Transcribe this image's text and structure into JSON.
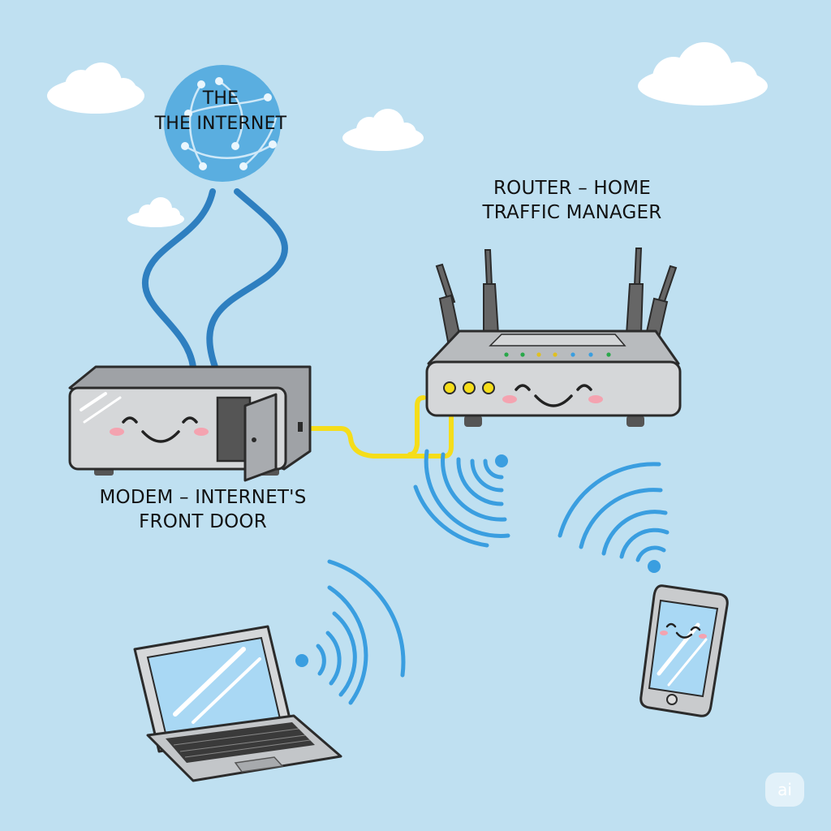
{
  "labels": {
    "internet_line1": "THE",
    "internet_line2": "THE INTERNET",
    "router_line1": "ROUTER – HOME",
    "router_line2": "TRAFFIC MANAGER",
    "modem_line1": "MODEM – INTERNET'S",
    "modem_line2": "FRONT DOOR"
  },
  "watermark": "ai",
  "colors": {
    "background": "#bfe0f1",
    "cloud": "#ffffff",
    "globe": "#5aaee0",
    "cable_blue": "#2e7fc0",
    "cable_yellow": "#f5dd1a",
    "device_body": "#c9cbcd",
    "outline": "#2b2b2b",
    "wifi": "#3a9ee0",
    "blush": "#f4a3b0",
    "screen": "#a9d8f4"
  },
  "icons": {
    "globe": "globe-icon",
    "modem": "modem-icon",
    "router": "router-icon",
    "laptop": "laptop-icon",
    "phone": "smartphone-icon",
    "wifi": "wifi-waves-icon",
    "cloud": "cloud-icon"
  }
}
